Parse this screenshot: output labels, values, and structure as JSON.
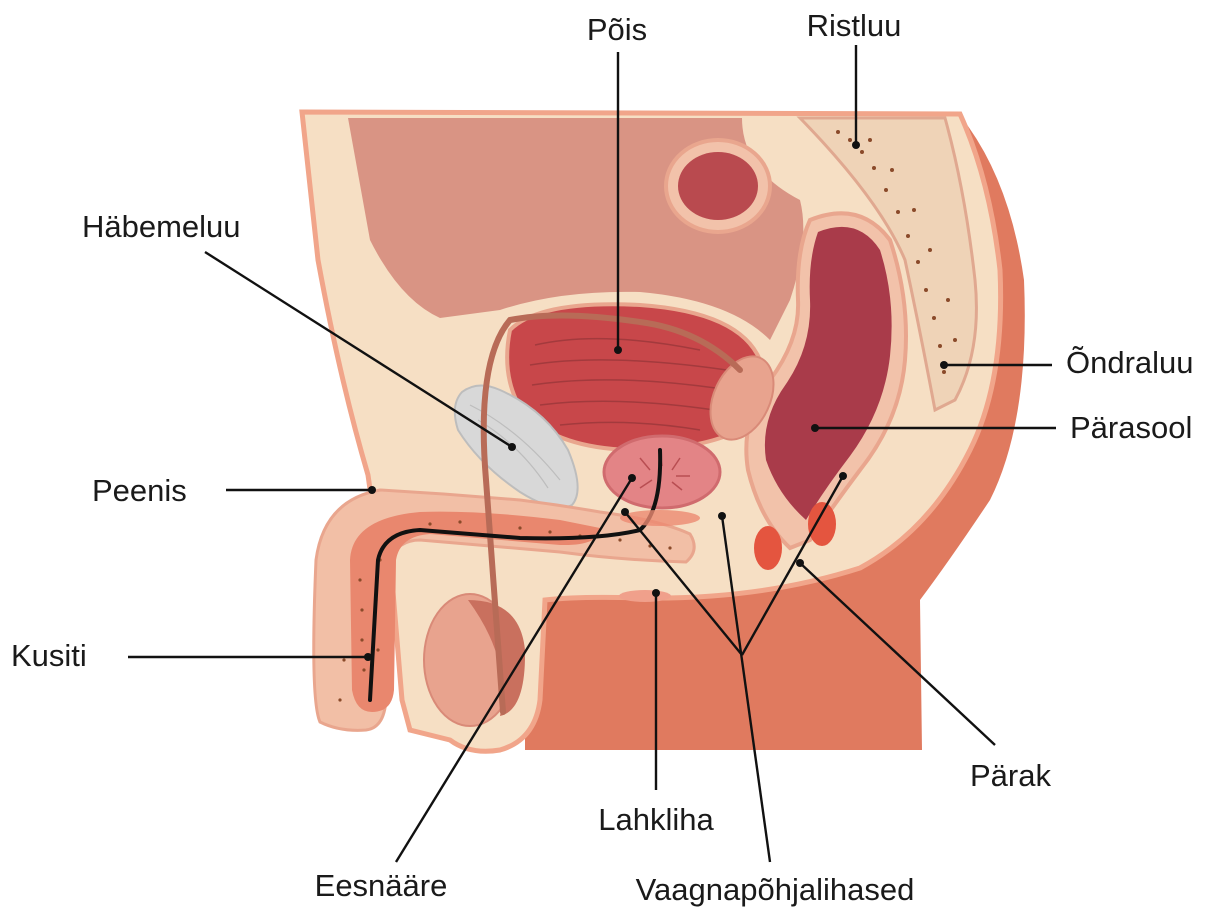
{
  "labels": {
    "bladder": "Põis",
    "sacrum": "Ristluu",
    "pubic_bone": "Häbemeluu",
    "coccyx": "Õndraluu",
    "rectum": "Pärasool",
    "penis": "Peenis",
    "urethra": "Kusiti",
    "anus": "Pärak",
    "perineum": "Lahkliha",
    "prostate": "Eesnääre",
    "pelvic_floor_muscles": "Vaagnapõhjalihased"
  },
  "colors": {
    "background": "#ffffff",
    "skin": "#f6dfc4",
    "outline": "#f1a58a",
    "muscle": "#e07a5f",
    "bladder": "#c8474a",
    "intestine": "#a93b4a",
    "organ_fill": "#d99484",
    "bone": "#d8d8d8",
    "text": "#1a1a1a"
  }
}
